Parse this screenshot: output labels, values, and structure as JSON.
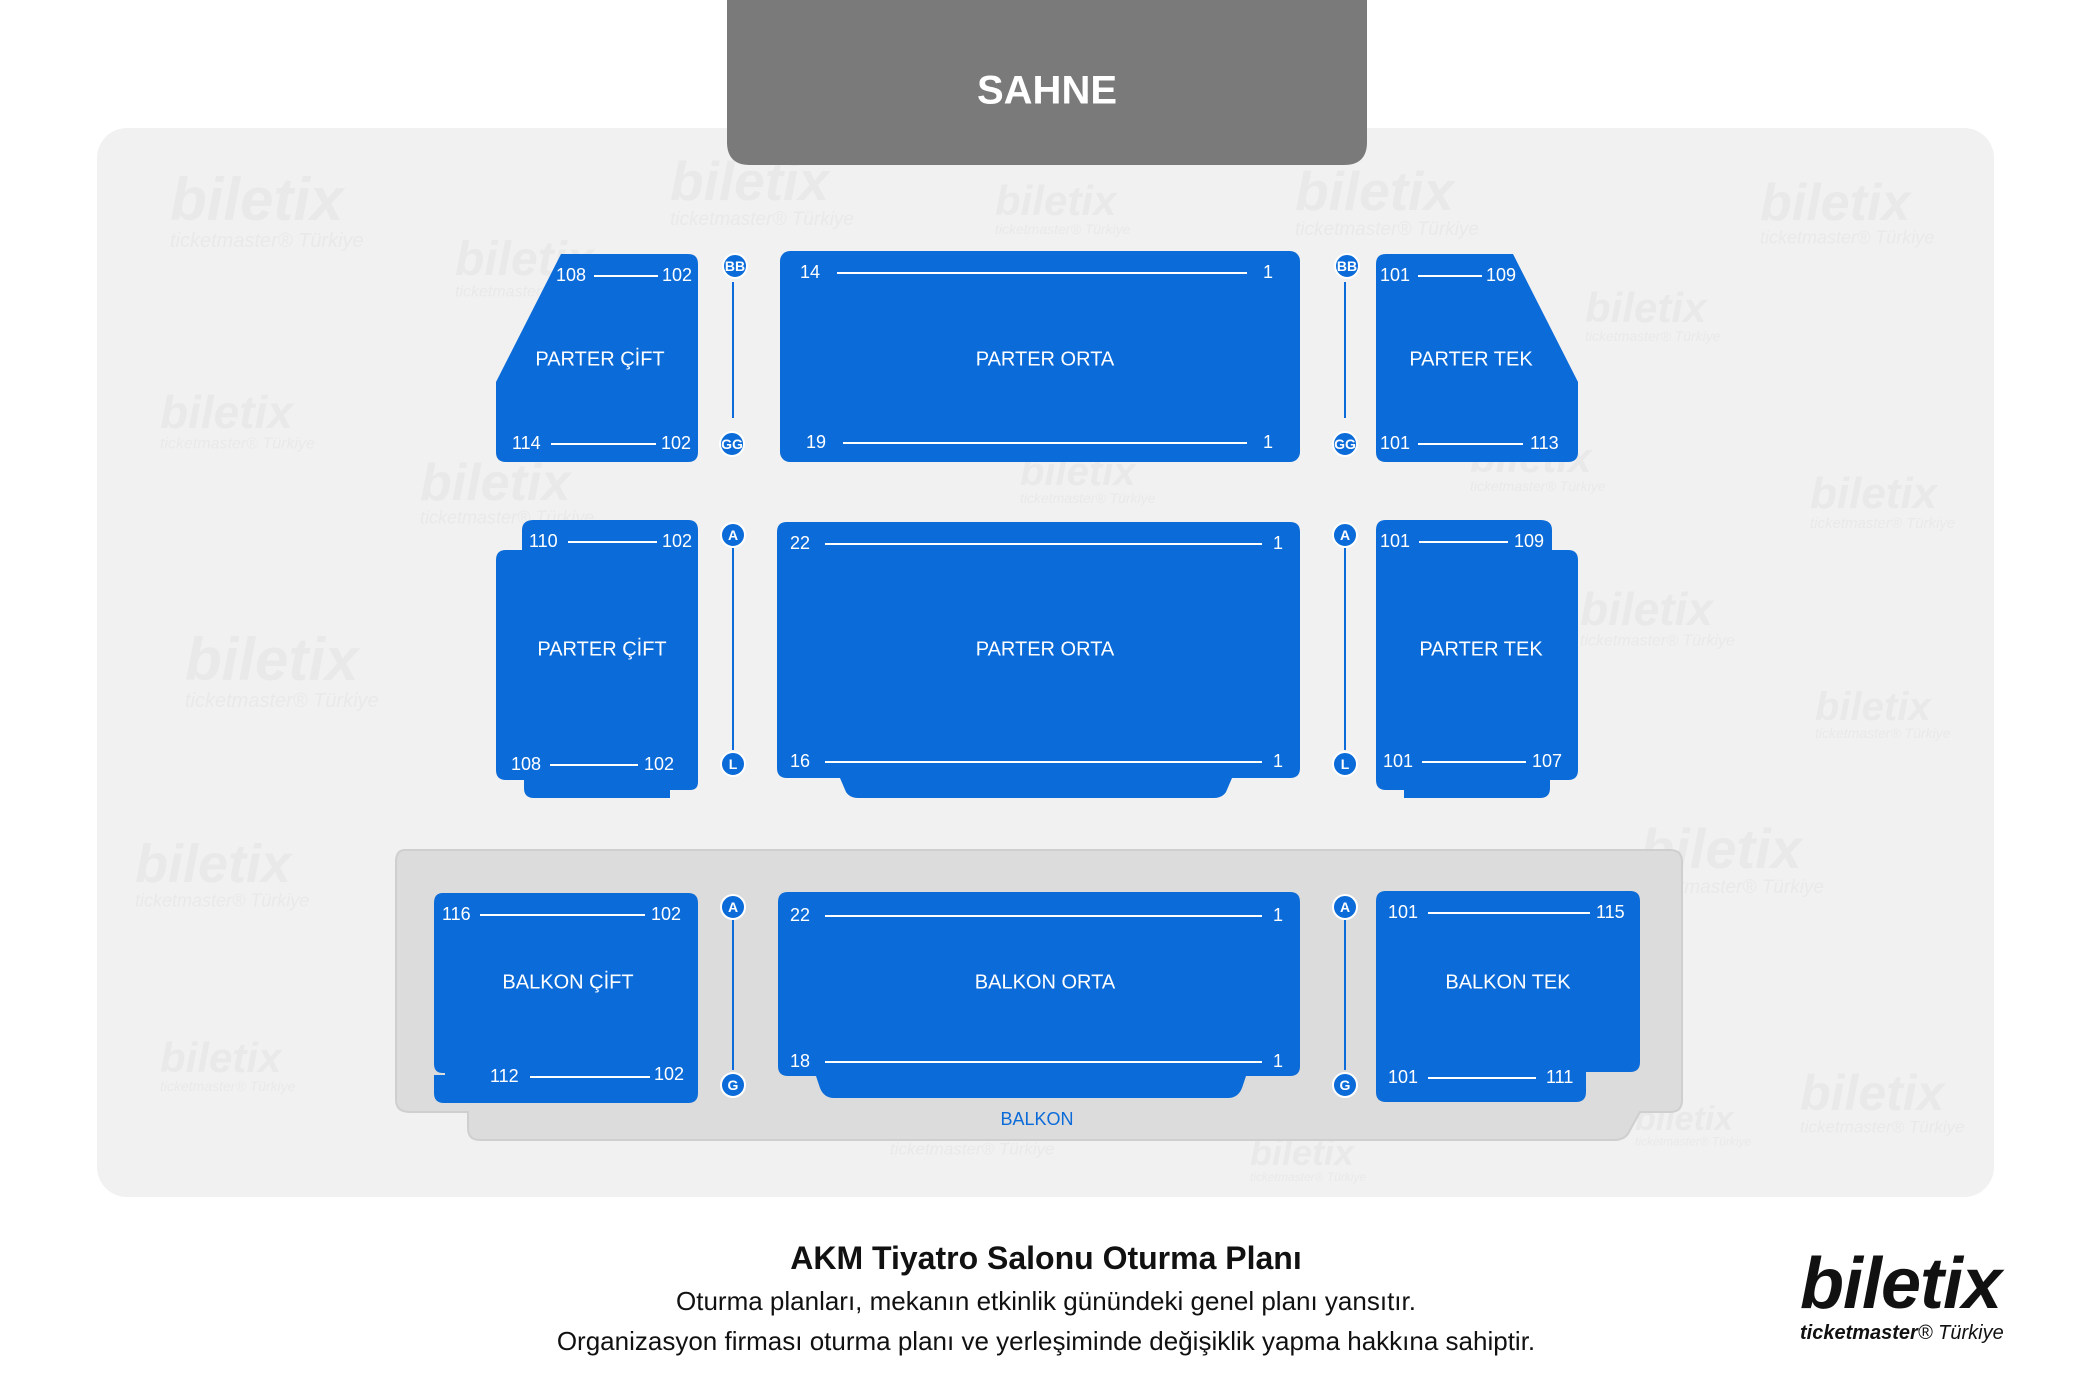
{
  "stage": {
    "label": "SAHNE"
  },
  "watermark": {
    "brand": "biletix",
    "sub_brand": "ticketmaster",
    "sub_region": "Türkiye"
  },
  "sections": {
    "parter_cift_front": {
      "label": "PARTER ÇİFT",
      "top_left": "108",
      "top_right": "102",
      "bottom_left": "114",
      "bottom_right": "102"
    },
    "parter_orta_front": {
      "label": "PARTER ORTA",
      "top_left": "14",
      "top_right": "1",
      "bottom_left": "19",
      "bottom_right": "1"
    },
    "parter_tek_front": {
      "label": "PARTER TEK",
      "top_left": "101",
      "top_right": "109",
      "bottom_left": "101",
      "bottom_right": "113"
    },
    "parter_cift_rear": {
      "label": "PARTER ÇİFT",
      "top_left": "110",
      "top_right": "102",
      "bottom_left": "108",
      "bottom_right": "102"
    },
    "parter_orta_rear": {
      "label": "PARTER ORTA",
      "top_left": "22",
      "top_right": "1",
      "bottom_left": "16",
      "bottom_right": "1"
    },
    "parter_tek_rear": {
      "label": "PARTER TEK",
      "top_left": "101",
      "top_right": "109",
      "bottom_left": "101",
      "bottom_right": "107"
    },
    "balkon_cift": {
      "label": "BALKON ÇİFT",
      "top_left": "116",
      "top_right": "102",
      "bottom_left": "112",
      "bottom_right": "102"
    },
    "balkon_orta": {
      "label": "BALKON ORTA",
      "top_left": "22",
      "top_right": "1",
      "bottom_left": "18",
      "bottom_right": "1"
    },
    "balkon_tek": {
      "label": "BALKON TEK",
      "top_left": "101",
      "top_right": "115",
      "bottom_left": "101",
      "bottom_right": "111"
    }
  },
  "row_markers": {
    "front_first": "BB",
    "front_last": "GG",
    "rear_first": "A",
    "rear_last": "L",
    "balcony_first": "A",
    "balcony_last": "G"
  },
  "balcony_area": {
    "label": "BALKON"
  },
  "footer": {
    "title": "AKM Tiyatro Salonu Oturma Planı",
    "line1": "Oturma planları, mekanın etkinlik günündeki genel planı yansıtır.",
    "line2": "Organizasyon firması oturma planı ve yerleşiminde değişiklik yapma hakkına sahiptir."
  },
  "logo": {
    "brand": "biletix",
    "sub_brand": "ticketmaster",
    "sub_region": "Türkiye"
  },
  "colors": {
    "section_blue": "#0b6bd9",
    "stage_gray": "#7a7a7a",
    "hall_bg": "#f1f1f1",
    "balcony_bg": "#dcdcdc",
    "badge_outline": "#ffffff"
  }
}
